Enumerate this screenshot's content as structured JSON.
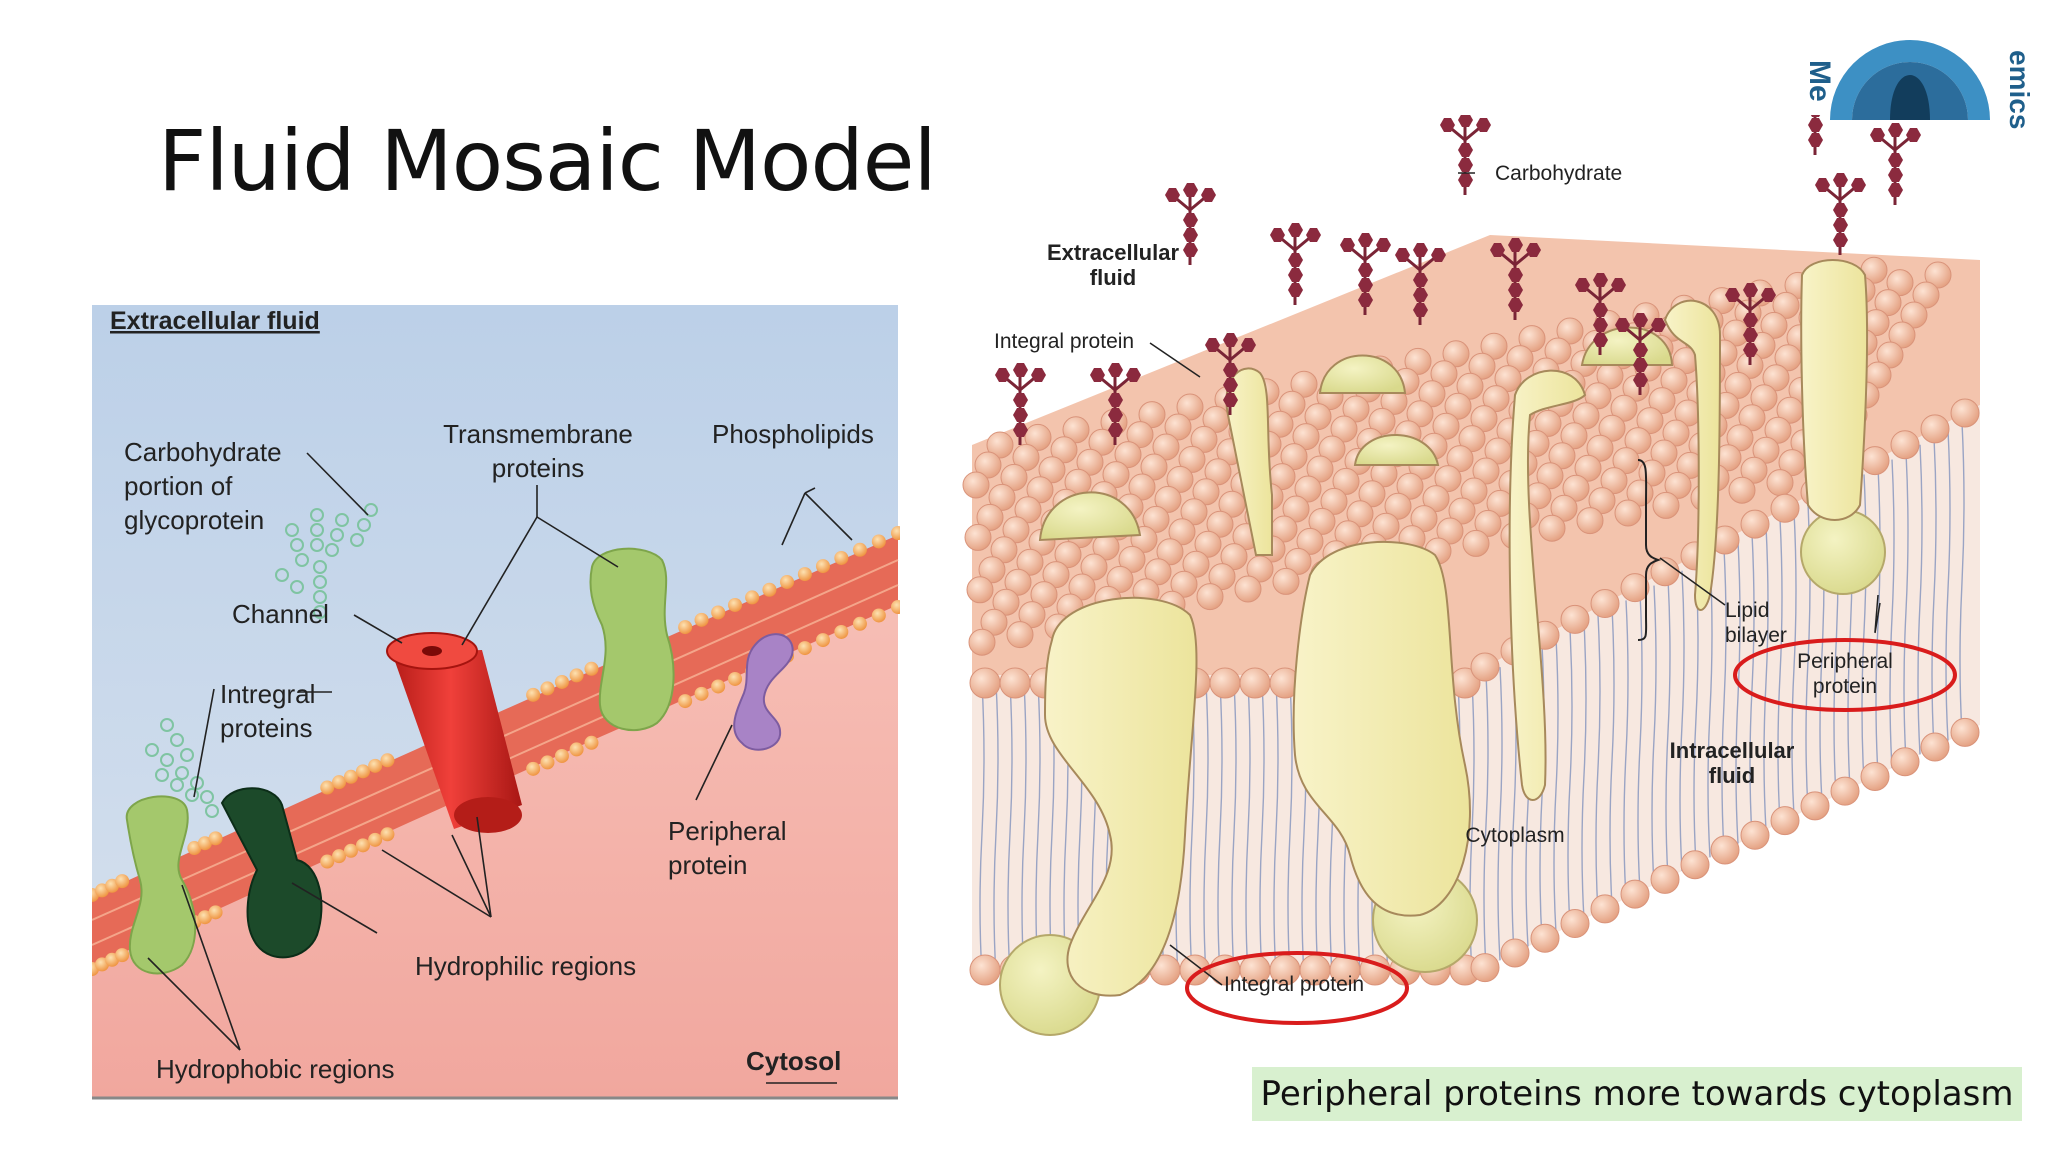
{
  "slide": {
    "title": "Fluid Mosaic Model",
    "caption": "Peripheral proteins more towards cytoplasm"
  },
  "left_diagram": {
    "header": "Extracellular fluid",
    "footer": "Cytosol",
    "labels": {
      "carb_1": "Carbohydrate",
      "carb_2": "portion of",
      "carb_3": "glycoprotein",
      "trans_1": "Transmembrane",
      "trans_2": "proteins",
      "phospholipids": "Phospholipids",
      "channel": "Channel",
      "integral_1": "Intregral",
      "integral_2": "proteins",
      "peripheral_1": "Peripheral",
      "peripheral_2": "protein",
      "hydrophilic": "Hydrophilic regions",
      "hydrophobic": "Hydrophobic regions"
    },
    "colors": {
      "extracellular": "#c9d9ec",
      "cytosol": "#f4b1aa",
      "membrane": "#e8705d",
      "head": "#f6a24a",
      "green_protein": "#a3c86b",
      "dark_protein": "#1e4d2b",
      "red_channel": "#e0302a",
      "peripheral": "#a57ec4"
    }
  },
  "right_diagram": {
    "labels": {
      "extracellular_1": "Extracellular",
      "extracellular_2": "fluid",
      "carbohydrate": "Carbohydrate",
      "integral_top": "Integral protein",
      "lipid_1": "Lipid",
      "lipid_2": "bilayer",
      "peripheral_1": "Peripheral",
      "peripheral_2": "protein",
      "intracellular_1": "Intracellular",
      "intracellular_2": "fluid",
      "cytoplasm": "Cytoplasm",
      "integral_bottom": "Integral protein"
    },
    "colors": {
      "head": "#f2b79a",
      "protein": "#f7f1c0",
      "sugar": "#8b2a3e",
      "highlight": "#d91c1c"
    }
  },
  "logo": {
    "letters_left": "Me",
    "letters_right": "emics"
  }
}
